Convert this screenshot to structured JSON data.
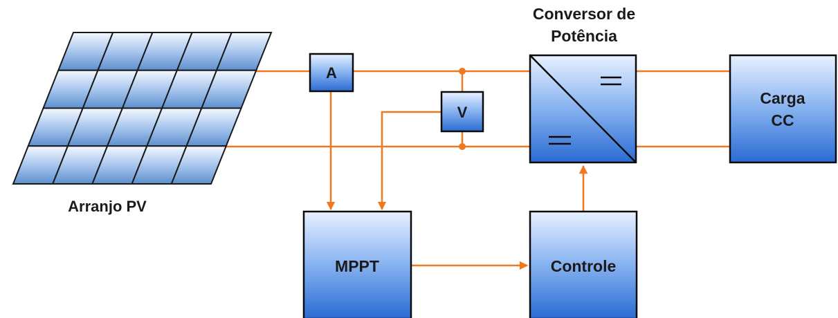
{
  "pv_array": {
    "label": "Arranjo PV"
  },
  "ammeter": {
    "label": "A"
  },
  "voltmeter": {
    "label": "V"
  },
  "converter": {
    "label_line1": "Conversor de",
    "label_line2": "Potência",
    "dc_symbol": "="
  },
  "load": {
    "label_line1": "Carga",
    "label_line2": "CC"
  },
  "mppt": {
    "label": "MPPT"
  },
  "control": {
    "label": "Controle"
  },
  "colors": {
    "wire": "#f07820",
    "box_light": "#e6f0ff",
    "box_dark": "#2b6fd6",
    "outline": "#0a0a0a"
  }
}
